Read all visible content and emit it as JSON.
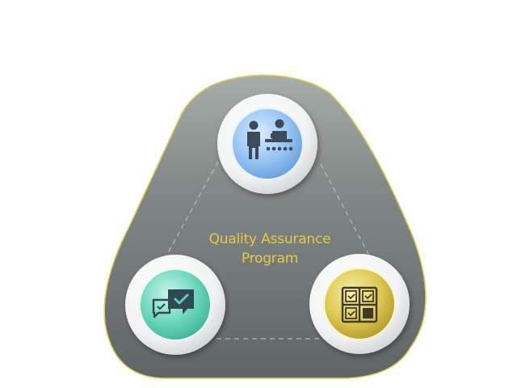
{
  "title": {
    "line1": "Quality Assurance",
    "line2": "Program"
  },
  "nodes": [
    {
      "id": "top",
      "icon": "assembly-line-workers-icon",
      "color": "#7fb2e8"
    },
    {
      "id": "left",
      "icon": "chat-bubbles-check-icon",
      "color": "#5fd0b2"
    },
    {
      "id": "right",
      "icon": "checklist-board-icon",
      "color": "#d8c24a"
    }
  ],
  "colors": {
    "triangle_fill": "#73797a",
    "triangle_border": "#e0cf55",
    "dash": "#c6c9cb"
  }
}
